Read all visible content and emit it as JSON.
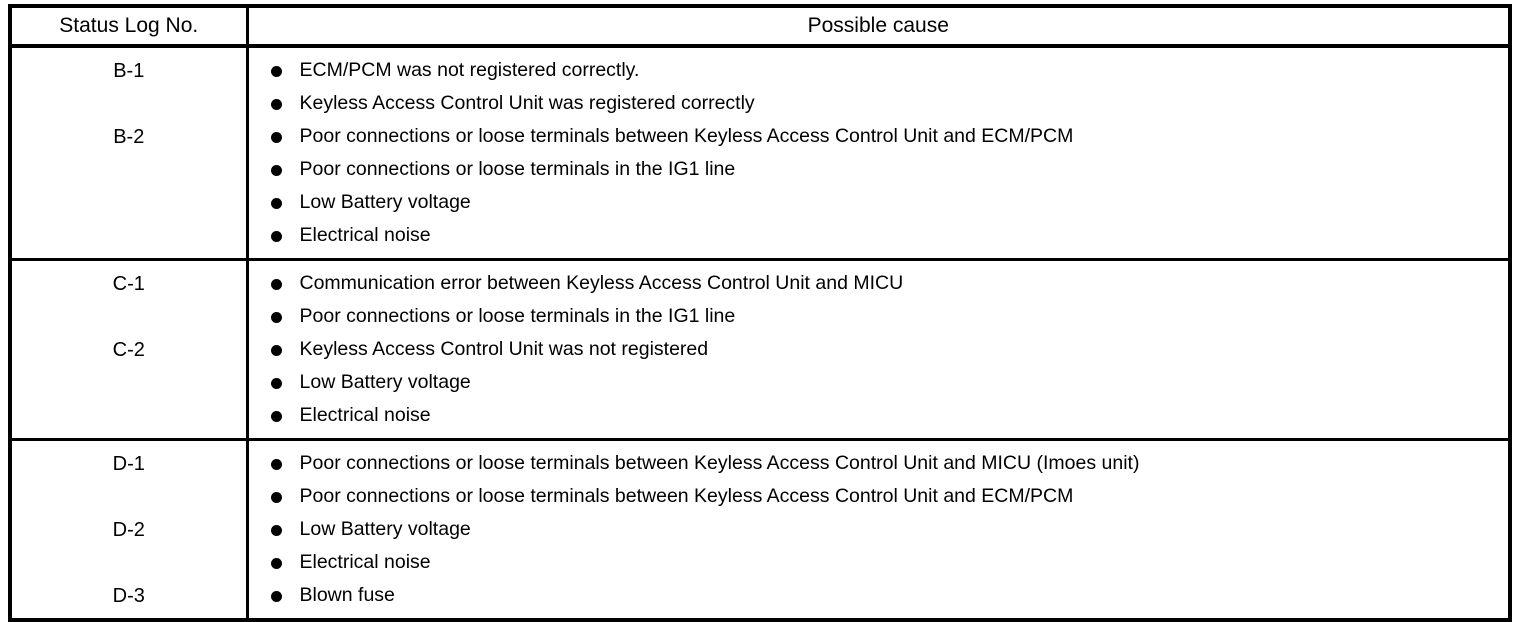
{
  "table": {
    "columns": {
      "log_no": "Status Log No.",
      "possible_cause": "Possible cause"
    },
    "groups": [
      {
        "log_numbers": [
          "B-1",
          "B-2"
        ],
        "log_slots": [
          "B-1",
          "",
          "B-2",
          "",
          "",
          ""
        ],
        "causes": [
          "ECM/PCM was not registered correctly.",
          "Keyless Access Control Unit was registered correctly",
          "Poor connections or loose terminals between Keyless Access Control Unit and ECM/PCM",
          "Poor connections or loose terminals in the IG1 line",
          "Low Battery voltage",
          "Electrical noise"
        ]
      },
      {
        "log_numbers": [
          "C-1",
          "C-2"
        ],
        "log_slots": [
          "C-1",
          "",
          "C-2",
          "",
          ""
        ],
        "causes": [
          "Communication error between Keyless Access Control Unit and MICU",
          "Poor connections or loose terminals in the IG1 line",
          "Keyless Access Control Unit was not registered",
          "Low Battery voltage",
          "Electrical noise"
        ]
      },
      {
        "log_numbers": [
          "D-1",
          "D-2",
          "D-3"
        ],
        "log_slots": [
          "D-1",
          "",
          "D-2",
          "",
          "D-3"
        ],
        "causes": [
          "Poor connections or loose terminals between Keyless Access Control Unit and MICU (Imoes unit)",
          "Poor connections or loose terminals between Keyless Access Control Unit and ECM/PCM",
          "Low Battery voltage",
          "Electrical noise",
          "Blown fuse"
        ]
      }
    ]
  },
  "style": {
    "border_color": "#000000",
    "background_color": "#ffffff",
    "text_color": "#000000",
    "bullet_glyph": "filled-circle"
  }
}
